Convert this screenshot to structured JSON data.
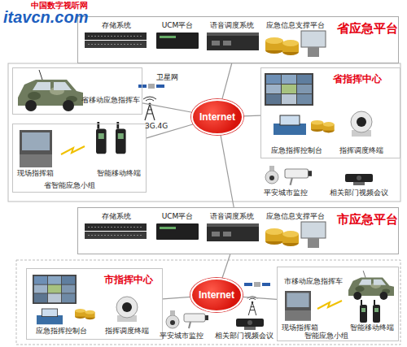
{
  "diagram": {
    "nodes": [
      {
        "text": [
          "省应急平台"
        ]
      },
      {
        "text": [
          "存储系统"
        ],
        "in": 0
      },
      {
        "text": [
          "UCM平台"
        ],
        "in": 0
      },
      {
        "text": [
          "语音调度系统"
        ],
        "in": 0
      },
      {
        "text": [
          "应急信息支撑平台"
        ],
        "in": 0
      },
      {
        "text": [
          "省移动应急指挥车"
        ]
      },
      {
        "text": [
          "Internet"
        ]
      },
      {
        "text": [
          "省指挥中心"
        ]
      },
      {
        "text": [
          "应急指挥控制台"
        ],
        "in": 7
      },
      {
        "text": [
          "指挥调度终端"
        ],
        "in": 7
      },
      {
        "text": [
          "省智能应急小组"
        ]
      },
      {
        "text": [
          "现场指挥箱"
        ],
        "in": 10
      },
      {
        "text": [
          "智能移动终端"
        ],
        "in": 10
      },
      {
        "text": [
          "平安城市监控"
        ]
      },
      {
        "text": [
          "相关部门视频会议"
        ]
      },
      {
        "text": [
          "市应急平台"
        ]
      },
      {
        "text": [
          "存储系统"
        ],
        "in": 15
      },
      {
        "text": [
          "UCM平台"
        ],
        "in": 15
      },
      {
        "text": [
          "语音调度系统"
        ],
        "in": 15
      },
      {
        "text": [
          "应急信息支撑平台"
        ],
        "in": 15
      },
      {
        "text": [
          "市指挥中心"
        ]
      },
      {
        "text": [
          "应急指挥控制台"
        ],
        "in": 20
      },
      {
        "text": [
          "指挥调度终端"
        ],
        "in": 20
      },
      {
        "text": [
          "Internet"
        ]
      },
      {
        "text": [
          "平安城市监控"
        ]
      },
      {
        "text": [
          "相关部门视频会议"
        ]
      },
      {
        "text": [
          "市移动应急指挥车"
        ]
      },
      {
        "text": [
          "现场指挥箱"
        ],
        "in": 26
      },
      {
        "text": [
          "智能应急小组"
        ],
        "in": 26
      },
      {
        "text": [
          "智能移动终端"
        ],
        "in": 26
      }
    ],
    "edges": [
      {
        "from": 6,
        "to": 0,
        "arrow": "none"
      },
      {
        "from": 6,
        "to": 5,
        "arrow": "none"
      },
      {
        "from": 6,
        "to": 10,
        "arrow": "none"
      },
      {
        "from": 6,
        "to": 7,
        "arrow": "none"
      },
      {
        "from": 6,
        "to": 15,
        "arrow": "none"
      },
      {
        "from": 15,
        "to": 23,
        "arrow": "none"
      },
      {
        "from": 23,
        "to": 20,
        "arrow": "none"
      },
      {
        "from": 23,
        "to": 26,
        "arrow": "none"
      }
    ],
    "labels": [
      "中国数字视听网",
      "itavcn.com",
      "卫星网",
      "3G.4G"
    ]
  }
}
